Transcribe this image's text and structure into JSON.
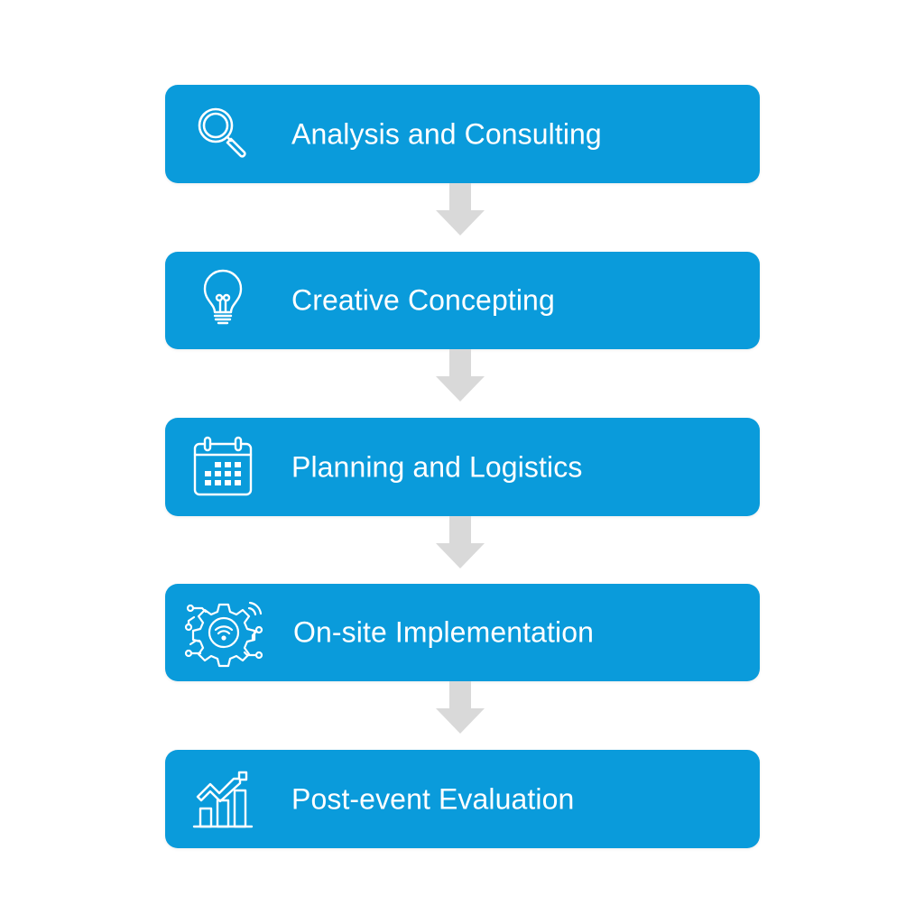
{
  "diagram": {
    "type": "vertical-process-flow",
    "colors": {
      "step_fill": "#0a9bdb",
      "step_text": "#ffffff",
      "arrow": "#d9d9d9",
      "background": "#ffffff"
    },
    "steps": [
      {
        "label": "Analysis and Consulting",
        "icon": "magnifying-glass-icon"
      },
      {
        "label": "Creative Concepting",
        "icon": "lightbulb-icon"
      },
      {
        "label": "Planning and Logistics",
        "icon": "calendar-icon"
      },
      {
        "label": "On-site Implementation",
        "icon": "gear-wifi-network-icon"
      },
      {
        "label": "Post-event Evaluation",
        "icon": "growth-bar-chart-icon"
      }
    ],
    "connectors": [
      "down-arrow",
      "down-arrow",
      "down-arrow",
      "down-arrow"
    ]
  }
}
